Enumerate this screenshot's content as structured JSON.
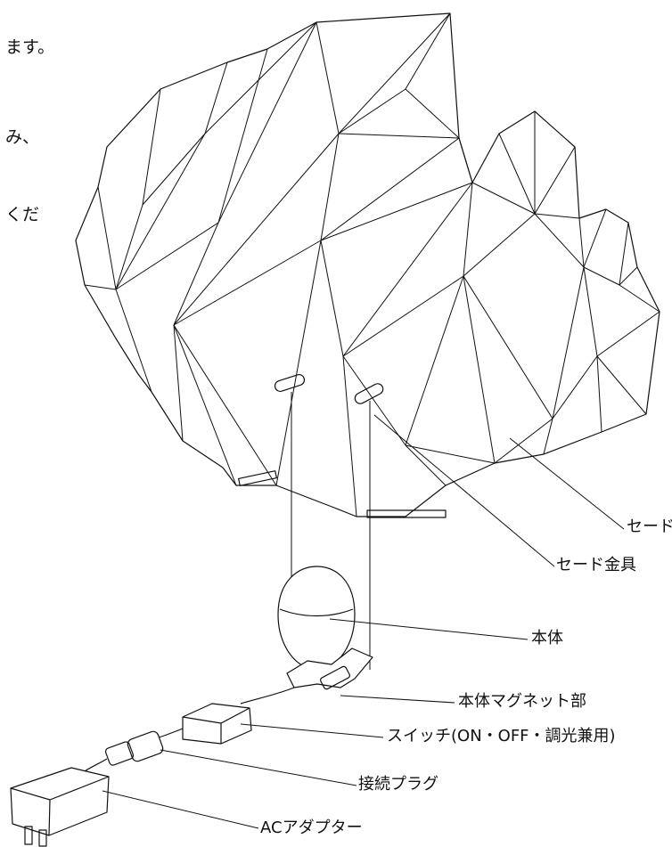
{
  "text_fragments": [
    "ます。",
    "み、",
    "くだ"
  ],
  "labels": {
    "shade": "セード",
    "shade_bracket": "セード金具",
    "body": "本体",
    "magnet": "本体マグネット部",
    "switch": "スイッチ(ON・OFF・調光兼用)",
    "plug": "接続プラグ",
    "adapter": "ACアダプター"
  }
}
